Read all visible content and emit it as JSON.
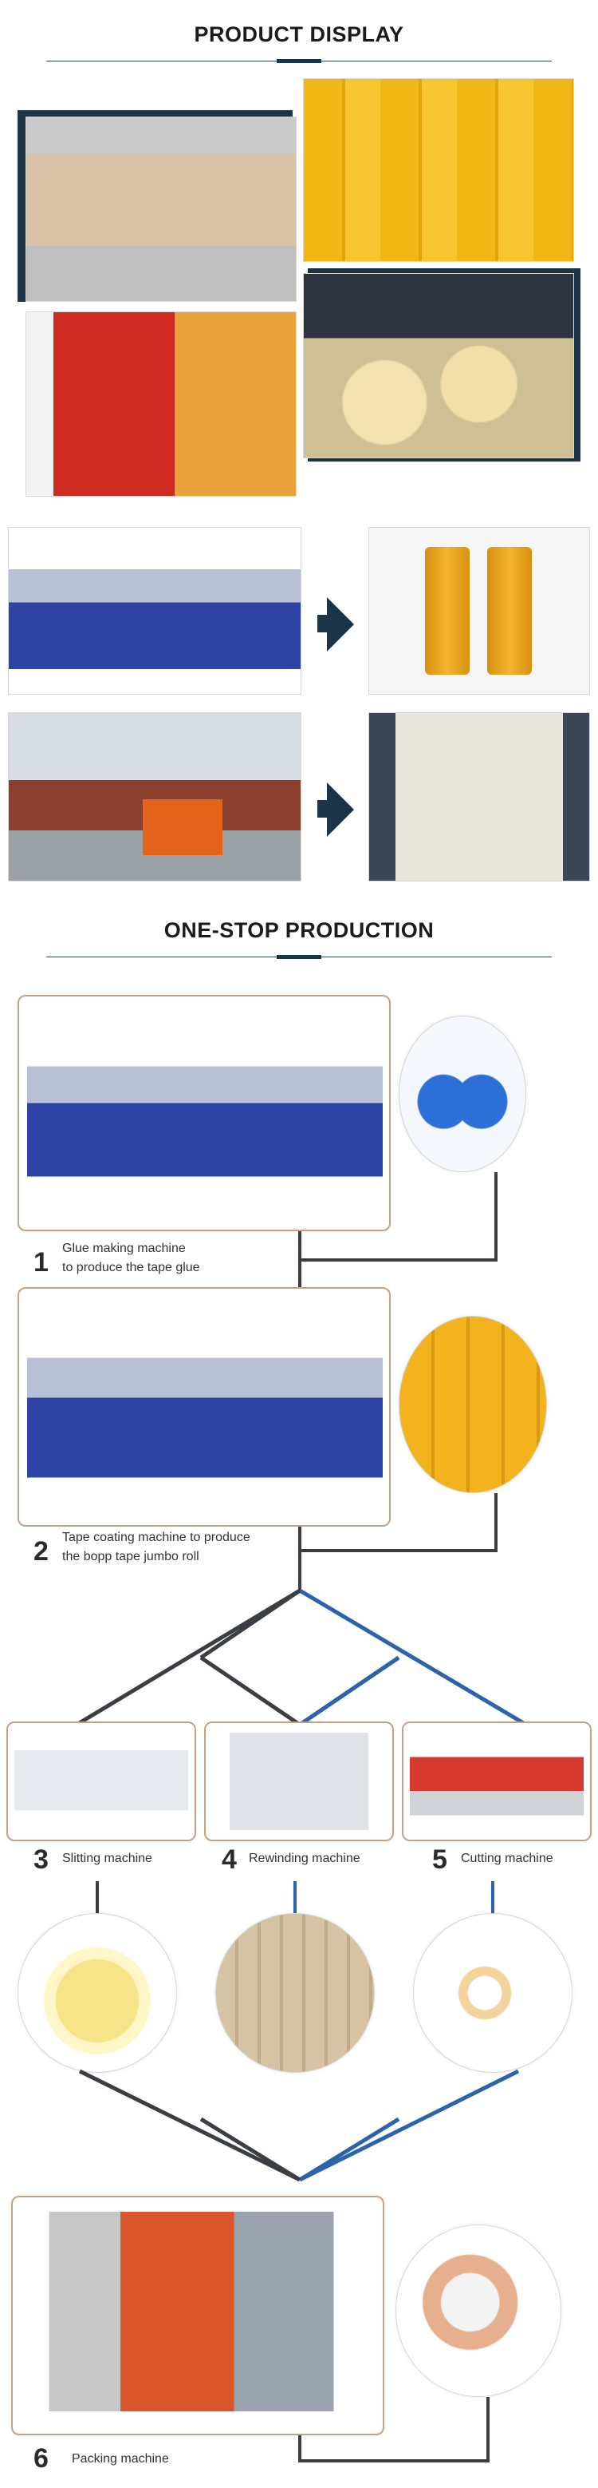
{
  "sections": {
    "display_title": "PRODUCT DISPLAY",
    "production_title": "ONE-STOP PRODUCTION"
  },
  "steps": [
    {
      "number": "1",
      "label_line1": "Glue making machine",
      "label_line2": "to produce the tape glue"
    },
    {
      "number": "2",
      "label_line1": "Tape coating machine  to produce",
      "label_line2": "the bopp tape jumbo roll"
    },
    {
      "number": "3",
      "label_line1": "Slitting machine"
    },
    {
      "number": "4",
      "label_line1": "Rewinding machine"
    },
    {
      "number": "5",
      "label_line1": "Cutting machine"
    },
    {
      "number": "6",
      "label_line1": "Packing machine"
    }
  ],
  "colors": {
    "navy": "#1c3447",
    "flow_blue": "#2b64a8",
    "flow_dark": "#3b3f44",
    "frame_tan": "#c9a07f"
  }
}
